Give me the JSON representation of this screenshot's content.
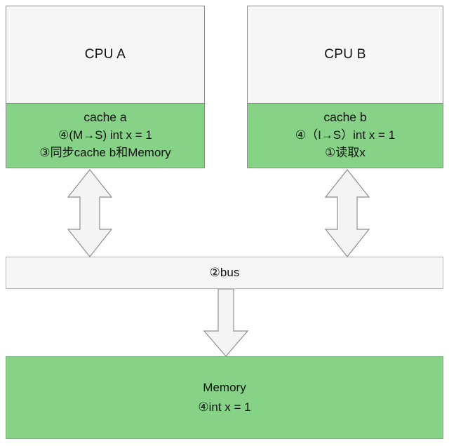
{
  "diagram": {
    "title": "MESI cache coherence diagram",
    "colors": {
      "green_fill": "#86d287",
      "gray_fill": "#f6f6f6",
      "border": "#8c8c8c",
      "arrow_fill": "#f4f4f4",
      "arrow_stroke": "#8f8f8f",
      "text": "#111111"
    }
  },
  "cpu_a": {
    "title": "CPU A",
    "cache": {
      "name": "cache a",
      "line2": "④(M→S) int x = 1",
      "line3": "③同步cache b和Memory"
    }
  },
  "cpu_b": {
    "title": "CPU B",
    "cache": {
      "name": "cache b",
      "line2": "④（I→S）int x = 1",
      "line3": "①读取x"
    }
  },
  "bus": {
    "label": "②bus"
  },
  "memory": {
    "title": "Memory",
    "line2": "④int x = 1"
  },
  "arrows": [
    {
      "name": "cache-a-bus-arrow",
      "direction": "bidirectional-vertical"
    },
    {
      "name": "cache-b-bus-arrow",
      "direction": "bidirectional-vertical"
    },
    {
      "name": "bus-memory-arrow",
      "direction": "down"
    }
  ]
}
